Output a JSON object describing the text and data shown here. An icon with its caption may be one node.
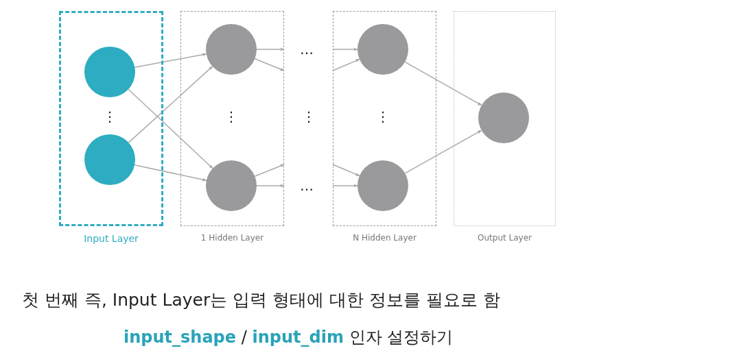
{
  "diagram": {
    "nodes": [
      {
        "text": [
          "Input Layer"
        ]
      },
      {
        "text": [],
        "shape": "circle",
        "in": 0
      },
      {
        "text": [],
        "shape": "circle",
        "in": 0
      },
      {
        "text": [
          "1 Hidden Layer"
        ]
      },
      {
        "text": [],
        "shape": "circle",
        "in": 3
      },
      {
        "text": [],
        "shape": "circle",
        "in": 3
      },
      {
        "text": [
          "N Hidden Layer"
        ]
      },
      {
        "text": [],
        "shape": "circle",
        "in": 6
      },
      {
        "text": [],
        "shape": "circle",
        "in": 6
      },
      {
        "text": [
          "Output Layer"
        ]
      },
      {
        "text": [],
        "shape": "circle",
        "in": 9
      }
    ],
    "edges": [
      {
        "from": 1,
        "to": 4,
        "arrow": "to"
      },
      {
        "from": 1,
        "to": 5,
        "arrow": "to"
      },
      {
        "from": 2,
        "to": 4,
        "arrow": "to"
      },
      {
        "from": 2,
        "to": 5,
        "arrow": "to"
      },
      {
        "from": 4,
        "to": null,
        "arrow": "to"
      },
      {
        "from": 4,
        "to": null,
        "arrow": "to"
      },
      {
        "from": 5,
        "to": null,
        "arrow": "to"
      },
      {
        "from": 5,
        "to": null,
        "arrow": "to"
      },
      {
        "from": null,
        "to": 7,
        "arrow": "to"
      },
      {
        "from": null,
        "to": 7,
        "arrow": "to"
      },
      {
        "from": null,
        "to": 8,
        "arrow": "to"
      },
      {
        "from": null,
        "to": 8,
        "arrow": "to"
      },
      {
        "from": 7,
        "to": 10,
        "arrow": "to"
      },
      {
        "from": 8,
        "to": 10,
        "arrow": "to"
      }
    ],
    "labels": [
      "…",
      "⋮",
      "⋮",
      "⋮",
      "⋮",
      "…",
      "첫 번째 즉, Input Layer는 입력 형태에 대한 정보를 필요로 함",
      "**input_shape** / **input_dim** 인자 설정하기"
    ]
  }
}
